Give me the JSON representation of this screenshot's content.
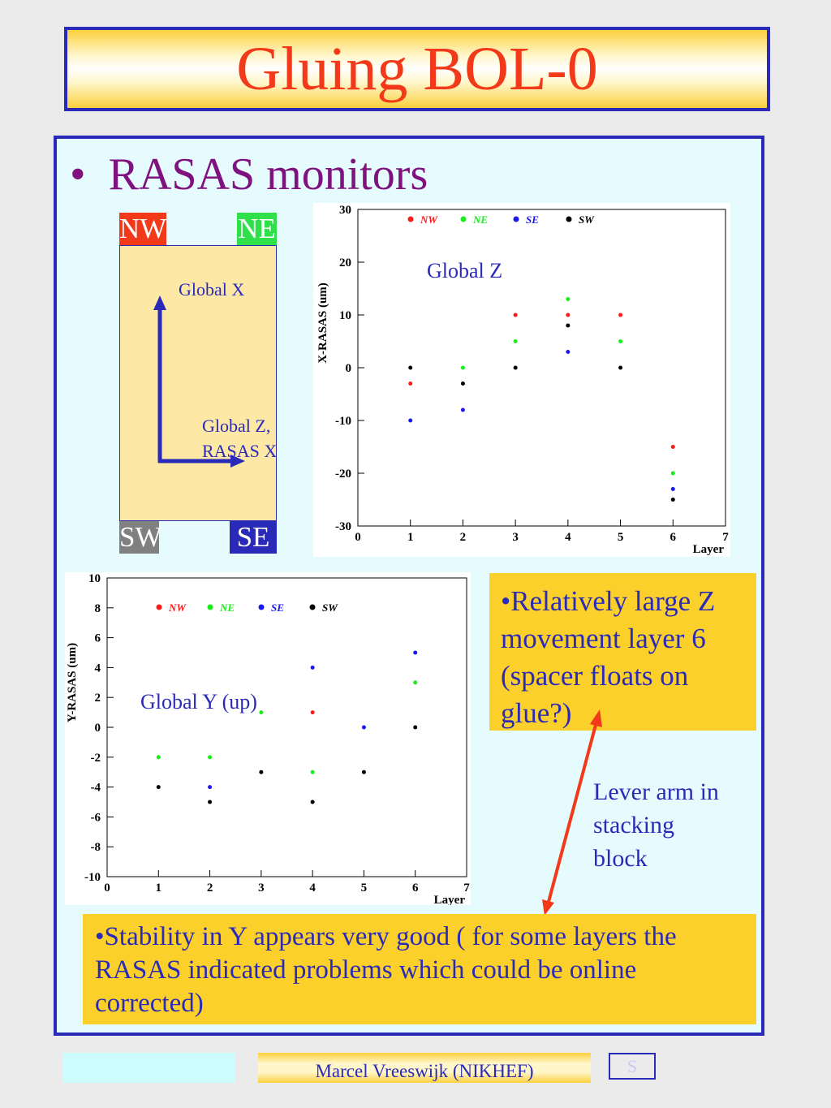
{
  "header": {
    "title": "Gluing BOL-0"
  },
  "slide": {
    "bullet_heading": "RASAS monitors",
    "diagram": {
      "nw": "NW",
      "ne": "NE",
      "sw": "SW",
      "se": "SE",
      "axis_x": "Global X",
      "axis_z_1": "Global Z,",
      "axis_z_2": "RASAS X",
      "colors": {
        "nw": "#f23a1a",
        "ne": "#2fe04a",
        "sw": "#808080",
        "se": "#2a2ab8",
        "plate": "#fde8a6",
        "arrow": "#2a2ab8"
      }
    },
    "note_z": "•Relatively large Z movement layer 6 (spacer floats on glue?)",
    "lever_arm": {
      "line1": "Lever arm in",
      "line2": "stacking",
      "line3": "block"
    },
    "note_y": "•Stability in Y appears very good ( for some layers the RASAS indicated problems which could be online corrected)"
  },
  "footer": {
    "author": "Marcel Vreeswijk (NIKHEF)",
    "slide_mark": "S"
  },
  "chart_data": [
    {
      "type": "scatter",
      "ylabel": "X-RASAS (um)",
      "xlabel": "Layer",
      "annotation": "Global Z",
      "xlim": [
        0,
        7
      ],
      "ylim": [
        -30,
        30
      ],
      "xticks": [
        0,
        1,
        2,
        3,
        4,
        5,
        6,
        7
      ],
      "yticks": [
        -30,
        -20,
        -10,
        0,
        10,
        20,
        30
      ],
      "legend_position": "top",
      "series": [
        {
          "name": "NW",
          "color": "#ff1a1a",
          "x": [
            1,
            3,
            4,
            5,
            6
          ],
          "y": [
            -3,
            10,
            10,
            10,
            -15
          ]
        },
        {
          "name": "NE",
          "color": "#1aee1a",
          "x": [
            2,
            3,
            4,
            5,
            6
          ],
          "y": [
            0,
            5,
            13,
            5,
            -20
          ]
        },
        {
          "name": "SE",
          "color": "#1a1aee",
          "x": [
            1,
            2,
            4,
            6
          ],
          "y": [
            -10,
            -8,
            3,
            -23
          ]
        },
        {
          "name": "SW",
          "color": "#000000",
          "x": [
            1,
            2,
            3,
            4,
            5,
            6
          ],
          "y": [
            0,
            -3,
            0,
            8,
            0,
            -25
          ]
        }
      ]
    },
    {
      "type": "scatter",
      "ylabel": "Y-RASAS (um)",
      "xlabel": "Layer",
      "annotation": "Global Y (up)",
      "xlim": [
        0,
        7
      ],
      "ylim": [
        -10,
        10
      ],
      "xticks": [
        0,
        1,
        2,
        3,
        4,
        5,
        6,
        7
      ],
      "yticks": [
        -10,
        -8,
        -6,
        -4,
        -2,
        0,
        2,
        4,
        6,
        8,
        10
      ],
      "legend_position": "top",
      "series": [
        {
          "name": "NW",
          "color": "#ff1a1a",
          "x": [
            4
          ],
          "y": [
            1
          ]
        },
        {
          "name": "NE",
          "color": "#1aee1a",
          "x": [
            1,
            2,
            3,
            4,
            6
          ],
          "y": [
            -2,
            -2,
            1,
            -3,
            3
          ]
        },
        {
          "name": "SE",
          "color": "#1a1aee",
          "x": [
            2,
            4,
            5,
            6
          ],
          "y": [
            -4,
            4,
            0,
            5
          ]
        },
        {
          "name": "SW",
          "color": "#000000",
          "x": [
            1,
            2,
            3,
            4,
            5,
            6
          ],
          "y": [
            -4,
            -5,
            -3,
            -5,
            -3,
            0
          ]
        }
      ]
    }
  ]
}
